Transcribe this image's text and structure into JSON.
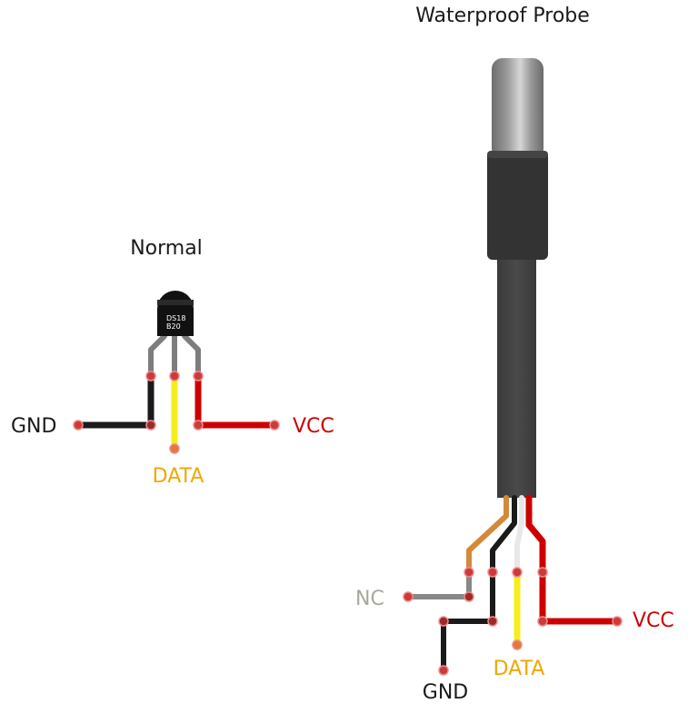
{
  "titles": {
    "normal": "Normal",
    "probe": "Waterproof Probe"
  },
  "chip": {
    "marking_line1": "DS18",
    "marking_line2": "B20"
  },
  "normal_labels": {
    "gnd": "GND",
    "vcc": "VCC",
    "data": "DATA"
  },
  "probe_labels": {
    "nc": "NC",
    "gnd": "GND",
    "vcc": "VCC",
    "data": "DATA"
  },
  "colors": {
    "gnd": "#1a1a1a",
    "vcc": "#cc0000",
    "data_label": "#f0a800",
    "data_wire": "#f5ee1c",
    "nc_label": "#a8a89a",
    "nc_wire": "#888888",
    "probe_orange": "#d4893a",
    "probe_white": "#e8e8e8",
    "leg_gray": "#7d7d7d",
    "cable": "#404040",
    "sleeve": "#333333"
  }
}
